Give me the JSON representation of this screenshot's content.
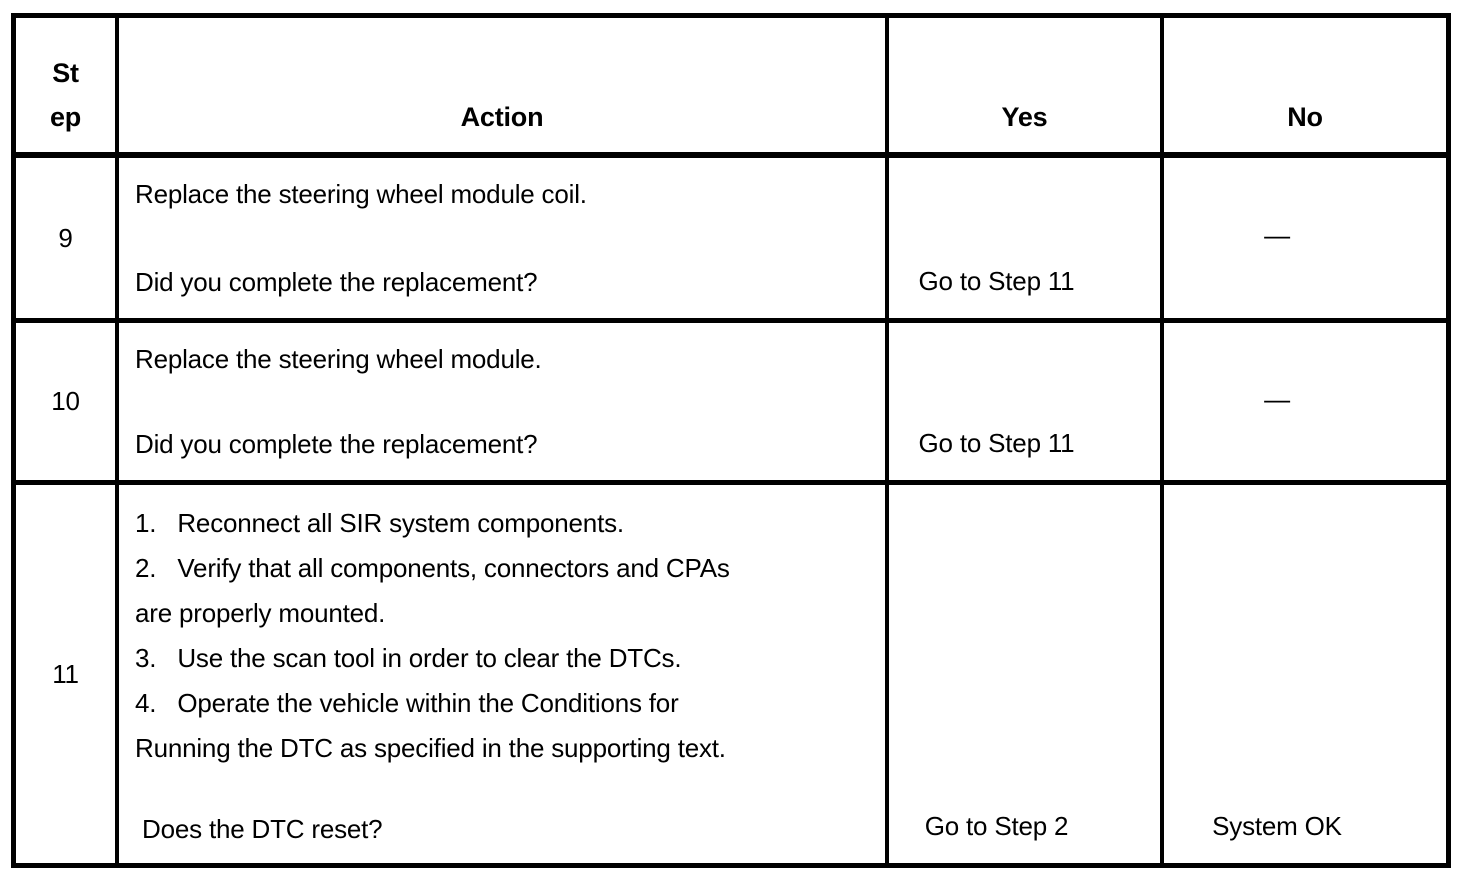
{
  "colors": {
    "background": "#ffffff",
    "border": "#000000",
    "text": "#000000"
  },
  "table": {
    "headers": {
      "step_lines": [
        "St",
        "ep"
      ],
      "action": "Action",
      "yes": "Yes",
      "no": "No"
    },
    "rows": [
      {
        "step": "9",
        "action_instruction": "Replace the steering wheel module coil.",
        "action_question": "Did you complete the replacement?",
        "yes": "Go to Step 11",
        "no": "—"
      },
      {
        "step": "10",
        "action_instruction": "Replace the steering wheel module.",
        "action_question": "Did you complete the replacement?",
        "yes": "Go to Step 11",
        "no": "—"
      },
      {
        "step": "11",
        "action_lines": [
          "1.   Reconnect all SIR system components.",
          "2.   Verify that all components, connectors and CPAs",
          "are properly mounted.",
          "3.   Use the scan tool in order to clear the DTCs.",
          "4.   Operate the vehicle within the Conditions for",
          "Running the DTC as specified in the supporting text."
        ],
        "action_question": " Does the DTC reset?",
        "yes": "Go to Step 2",
        "no": "System OK"
      }
    ]
  }
}
